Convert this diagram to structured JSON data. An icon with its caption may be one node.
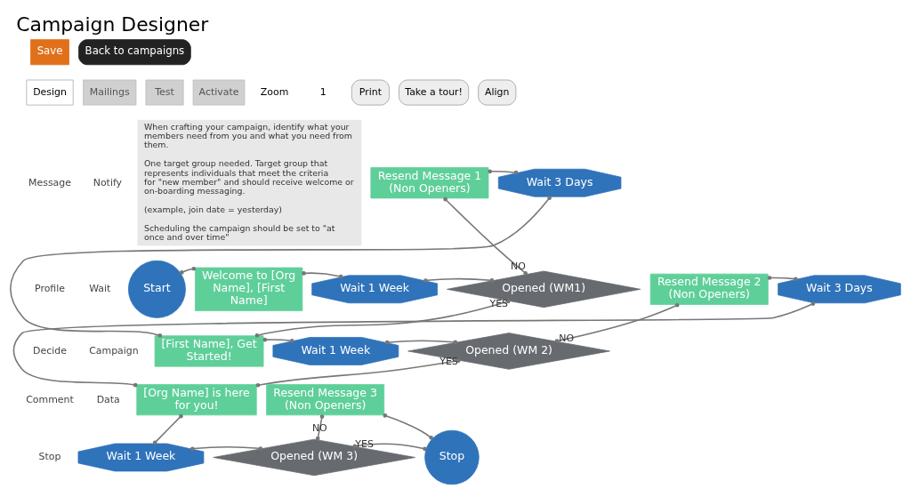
{
  "diagram": {
    "title": "Campaign Designer",
    "nodes": [
      {
        "text": [
          "Start"
        ]
      },
      {
        "text": [
          "Welcome to [Org Name], [First Name]"
        ]
      },
      {
        "text": [
          "Wait 1 Week"
        ]
      },
      {
        "text": [
          "Opened (WM1)"
        ]
      },
      {
        "text": [
          "Resend Message 1 (Non Openers)"
        ]
      },
      {
        "text": [
          "Wait 3 Days"
        ]
      },
      {
        "text": [
          "[First Name], Get Started!"
        ]
      },
      {
        "text": [
          "Wait 1 Week"
        ]
      },
      {
        "text": [
          "Opened (WM 2)"
        ]
      },
      {
        "text": [
          "Resend Message 2 (Non Openers)"
        ]
      },
      {
        "text": [
          "Wait 3 Days"
        ]
      },
      {
        "text": [
          "[Org Name] is here for you!"
        ]
      },
      {
        "text": [
          "Wait 1 Week"
        ]
      },
      {
        "text": [
          "Opened (WM 3)"
        ]
      },
      {
        "text": [
          "Resend Message 3 (Non Openers)"
        ]
      },
      {
        "text": [
          "Stop"
        ]
      },
      {
        "text": [
          "When crafting your campaign, identify what your members need from you and what you need from them.",
          "One target group needed. Target group that represents individuals that meet the criteria for \"new member\" and should receive welcome or on-boarding messaging.",
          "(example, join date = yesterday)",
          "Scheduling the campaign should be set to \"at once and over time\""
        ]
      },
      {
        "text": [
          "Message"
        ]
      },
      {
        "text": [
          "Notify"
        ]
      },
      {
        "text": [
          "Profile"
        ]
      },
      {
        "text": [
          "Wait"
        ]
      },
      {
        "text": [
          "Decide"
        ]
      },
      {
        "text": [
          "Campaign"
        ]
      },
      {
        "text": [
          "Comment"
        ]
      },
      {
        "text": [
          "Data"
        ]
      },
      {
        "text": [
          "Stop"
        ]
      },
      {
        "text": [
          "Save"
        ]
      },
      {
        "text": [
          "Back to campaigns"
        ]
      },
      {
        "text": [
          "Design"
        ]
      },
      {
        "text": [
          "Mailings"
        ]
      },
      {
        "text": [
          "Test"
        ]
      },
      {
        "text": [
          "Activate"
        ]
      },
      {
        "text": [
          "Print"
        ]
      },
      {
        "text": [
          "Take a tour!"
        ]
      },
      {
        "text": [
          "Align"
        ]
      }
    ],
    "edges": [
      {
        "from": 0,
        "to": 1,
        "arrow": "other"
      },
      {
        "from": 1,
        "to": 2,
        "arrow": "other"
      },
      {
        "from": 2,
        "to": 3,
        "arrow": "other"
      },
      {
        "from": 3,
        "to": 4,
        "arrow": "other",
        "label": "NO"
      },
      {
        "from": 4,
        "to": 5,
        "arrow": "other"
      },
      {
        "from": 3,
        "to": 6,
        "arrow": "other",
        "label": "YES"
      },
      {
        "from": 5,
        "to": 6,
        "arrow": "other"
      },
      {
        "from": 6,
        "to": 7,
        "arrow": "other"
      },
      {
        "from": 7,
        "to": 8,
        "arrow": "other"
      },
      {
        "from": 8,
        "to": 9,
        "arrow": "other",
        "label": "NO"
      },
      {
        "from": 9,
        "to": 10,
        "arrow": "other"
      },
      {
        "from": 8,
        "to": 11,
        "arrow": "other",
        "label": "YES"
      },
      {
        "from": 10,
        "to": 11,
        "arrow": "other"
      },
      {
        "from": 11,
        "to": 12,
        "arrow": "other"
      },
      {
        "from": 12,
        "to": 13,
        "arrow": "other"
      },
      {
        "from": 13,
        "to": 14,
        "arrow": "other",
        "label": "NO"
      },
      {
        "from": 14,
        "to": 15,
        "arrow": "other"
      },
      {
        "from": 13,
        "to": 15,
        "arrow": "other",
        "label": "YES"
      }
    ],
    "labels": [
      "Zoom",
      "1"
    ]
  }
}
